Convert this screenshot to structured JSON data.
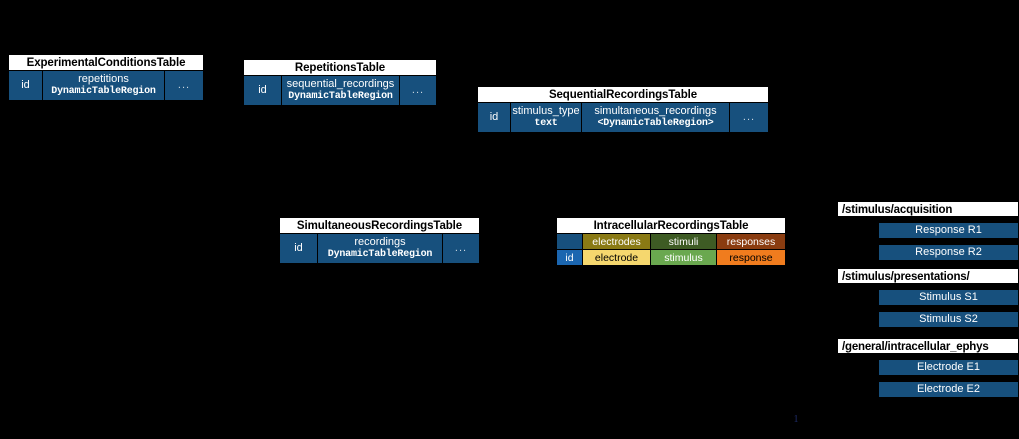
{
  "colors": {
    "background": "#000000",
    "table_blue": "#17507d",
    "title_bg": "#ffffff",
    "title_fg": "#000000",
    "electrodes_header": "#8a7a14",
    "stimuli_header": "#3e5b24",
    "responses_header": "#8a3c10",
    "electrode_cell": "#f5d76e",
    "stimulus_cell": "#6aa84f",
    "response_cell": "#f07c1e",
    "page_number": "#1f2d6b"
  },
  "tables": {
    "experimental_conditions": {
      "title": "ExperimentalConditionsTable",
      "columns": [
        {
          "name": "id",
          "type": ""
        },
        {
          "name": "repetitions",
          "type": "DynamicTableRegion"
        },
        {
          "name": "...",
          "type": ""
        }
      ]
    },
    "repetitions": {
      "title": "RepetitionsTable",
      "columns": [
        {
          "name": "id",
          "type": ""
        },
        {
          "name": "sequential_recordings",
          "type": "DynamicTableRegion"
        },
        {
          "name": "...",
          "type": ""
        }
      ]
    },
    "sequential_recordings": {
      "title": "SequentialRecordingsTable",
      "columns": [
        {
          "name": "id",
          "type": ""
        },
        {
          "name": "stimulus_type",
          "type": "text"
        },
        {
          "name": "simultaneous_recordings",
          "type": "<DynamicTableRegion>"
        },
        {
          "name": "...",
          "type": ""
        }
      ]
    },
    "simultaneous_recordings": {
      "title": "SimultaneousRecordingsTable",
      "columns": [
        {
          "name": "id",
          "type": ""
        },
        {
          "name": "recordings",
          "type": "DynamicTableRegion"
        },
        {
          "name": "...",
          "type": ""
        }
      ]
    },
    "intracellular_recordings": {
      "title": "IntracellularRecordingsTable",
      "category_row": [
        "",
        "electrodes",
        "stimuli",
        "responses"
      ],
      "column_row": [
        "id",
        "electrode",
        "stimulus",
        "response"
      ]
    }
  },
  "groups": [
    {
      "path": "/stimulus/acquisition",
      "items": [
        "Response R1",
        "Response R2"
      ]
    },
    {
      "path": "/stimulus/presentations/",
      "items": [
        "Stimulus S1",
        "Stimulus S2"
      ]
    },
    {
      "path": "/general/intracellular_ephys",
      "items": [
        "Electrode E1",
        "Electrode E2"
      ]
    }
  ],
  "page": {
    "number": "1"
  }
}
